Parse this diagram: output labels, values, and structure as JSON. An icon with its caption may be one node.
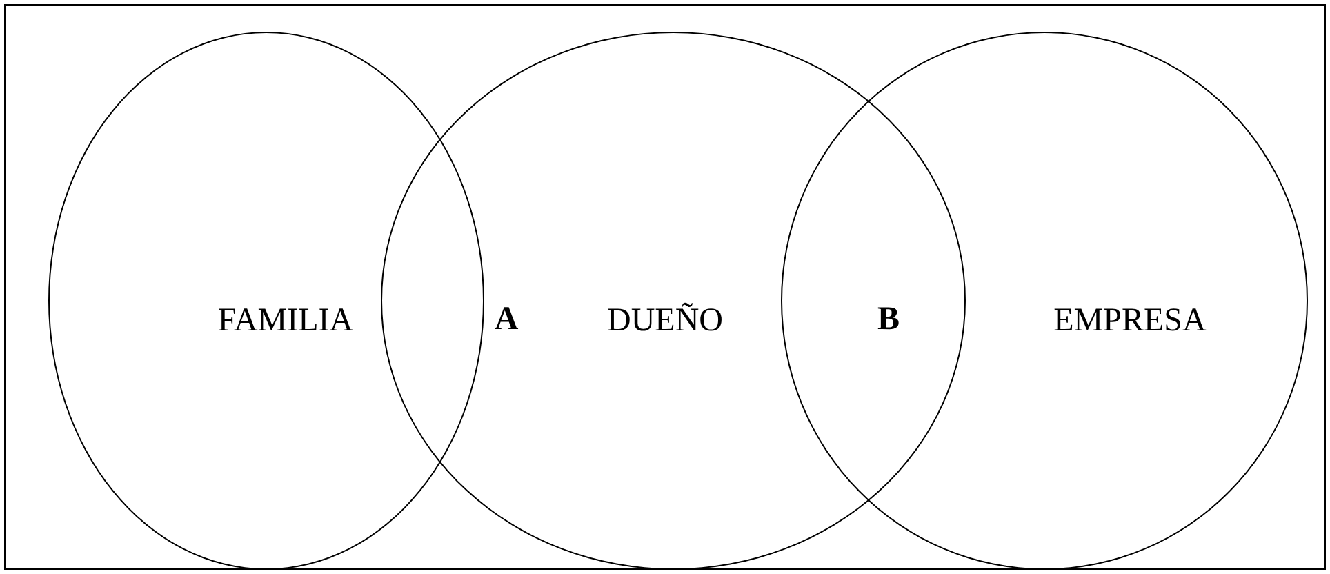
{
  "diagram": {
    "nodes": [
      {
        "text": [
          "FAMILIA"
        ]
      },
      {
        "text": [
          "DUEÑO"
        ]
      },
      {
        "text": [
          "EMPRESA"
        ]
      }
    ],
    "edges": [],
    "labels": [
      "A",
      "B"
    ]
  }
}
